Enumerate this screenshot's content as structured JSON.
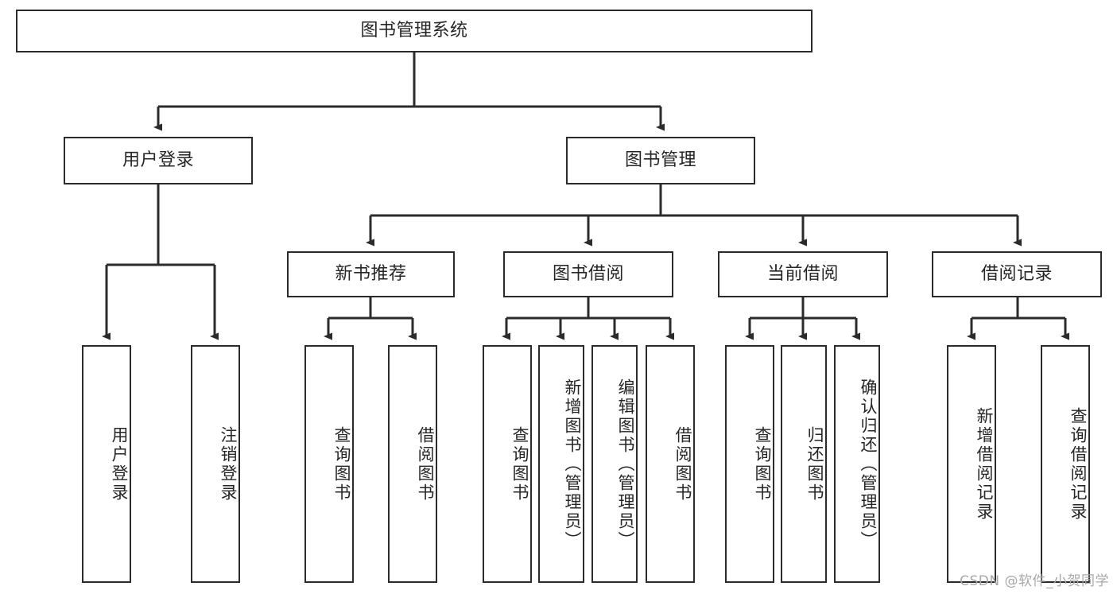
{
  "diagram": {
    "title_node": {
      "label": "图书管理系统"
    },
    "level2": [
      {
        "id": "user-login",
        "label": "用户登录"
      },
      {
        "id": "book-manage",
        "label": "图书管理"
      }
    ],
    "level3": [
      {
        "id": "new-book-recommend",
        "label": "新书推荐"
      },
      {
        "id": "book-borrow",
        "label": "图书借阅"
      },
      {
        "id": "current-borrow",
        "label": "当前借阅"
      },
      {
        "id": "borrow-record",
        "label": "借阅记录"
      }
    ],
    "leaves": [
      {
        "id": "leaf-user-login",
        "label": "用户登录"
      },
      {
        "id": "leaf-logout-login",
        "label": "注销登录"
      },
      {
        "id": "leaf-query-book-1",
        "label": "查询图书"
      },
      {
        "id": "leaf-borrow-book-1",
        "label": "借阅图书"
      },
      {
        "id": "leaf-query-book-2",
        "label": "查询图书"
      },
      {
        "id": "leaf-add-book",
        "label": "新增图书（管理员）"
      },
      {
        "id": "leaf-edit-book",
        "label": "编辑图书（管理员）"
      },
      {
        "id": "leaf-borrow-book-2",
        "label": "借阅图书"
      },
      {
        "id": "leaf-query-book-3",
        "label": "查询图书"
      },
      {
        "id": "leaf-return-book",
        "label": "归还图书"
      },
      {
        "id": "leaf-confirm-return",
        "label": "确认归还（管理员）"
      },
      {
        "id": "leaf-add-borrow-record",
        "label": "新增借阅记录"
      },
      {
        "id": "leaf-query-borrow-record",
        "label": "查询借阅记录"
      }
    ],
    "watermark": "CSDN @软件_小贺同学",
    "colors": {
      "stroke": "#2b2b2b",
      "text": "#262626",
      "background": "#ffffff",
      "watermark": "#a8a8a8"
    }
  }
}
